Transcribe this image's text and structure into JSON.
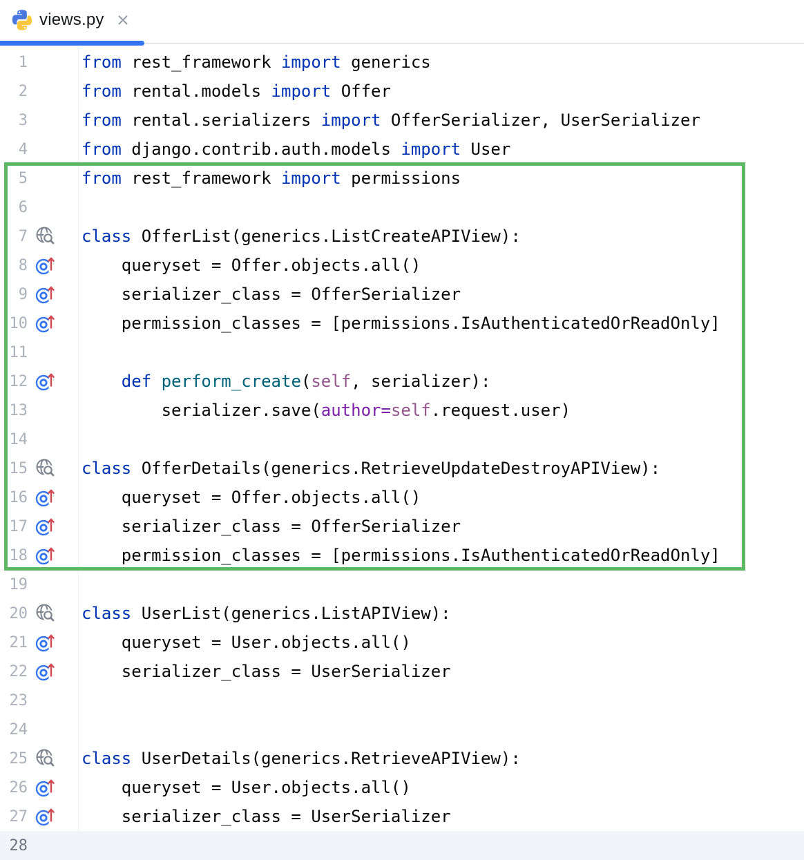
{
  "tab": {
    "title": "views.py",
    "file_icon": "python-logo-icon",
    "close_icon": "close-x-icon"
  },
  "colors": {
    "keyword": "#0033B3",
    "function": "#00627A",
    "self_kw": "#94558D",
    "named_arg": "#7A1FA8",
    "code_text": "#080808",
    "line_number": "#ACB0BA",
    "line_number_active": "#6E737D",
    "current_line_bg": "#F1F4F9",
    "gutter_sep": "#EDEEF2",
    "tabbar_border": "#E7E8EC",
    "tab_accent": "#3574F0",
    "green_box": "#5EB765",
    "icon_blue": "#3574F0",
    "icon_red": "#D04A52",
    "icon_gray": "#7E8591",
    "python_blue": "#4B78DF",
    "python_yellow": "#F9C842",
    "tab_title": "#16181D",
    "close_icon": "#939AA6"
  },
  "gutter_icons": {
    "endpoints": "globe-with-magnifier-icon",
    "override": "overriding-member-up-arrow-icon"
  },
  "editor": {
    "current_line": 28,
    "highlight_box": {
      "from_line": 5,
      "to_line": 18
    },
    "lines": [
      {
        "n": 1,
        "icon": null,
        "tokens": [
          [
            "from",
            "kw"
          ],
          [
            " rest_framework ",
            "pl"
          ],
          [
            "import",
            "kw"
          ],
          [
            " generics",
            "pl"
          ]
        ]
      },
      {
        "n": 2,
        "icon": null,
        "tokens": [
          [
            "from",
            "kw"
          ],
          [
            " rental.models ",
            "pl"
          ],
          [
            "import",
            "kw"
          ],
          [
            " Offer",
            "pl"
          ]
        ]
      },
      {
        "n": 3,
        "icon": null,
        "tokens": [
          [
            "from",
            "kw"
          ],
          [
            " rental.serializers ",
            "pl"
          ],
          [
            "import",
            "kw"
          ],
          [
            " OfferSerializer, UserSerializer",
            "pl"
          ]
        ]
      },
      {
        "n": 4,
        "icon": null,
        "tokens": [
          [
            "from",
            "kw"
          ],
          [
            " django.contrib.auth.models ",
            "pl"
          ],
          [
            "import",
            "kw"
          ],
          [
            " User",
            "pl"
          ]
        ]
      },
      {
        "n": 5,
        "icon": null,
        "tokens": [
          [
            "from",
            "kw"
          ],
          [
            " rest_framework ",
            "pl"
          ],
          [
            "import",
            "kw"
          ],
          [
            " permissions",
            "pl"
          ]
        ]
      },
      {
        "n": 6,
        "icon": null,
        "tokens": []
      },
      {
        "n": 7,
        "icon": "endpoints",
        "tokens": [
          [
            "class",
            "kw"
          ],
          [
            " OfferList(generics.ListCreateAPIView):",
            "pl"
          ]
        ]
      },
      {
        "n": 8,
        "icon": "override",
        "tokens": [
          [
            "    queryset = Offer.objects.all()",
            "pl"
          ]
        ]
      },
      {
        "n": 9,
        "icon": "override",
        "tokens": [
          [
            "    serializer_class = OfferSerializer",
            "pl"
          ]
        ]
      },
      {
        "n": 10,
        "icon": "override",
        "tokens": [
          [
            "    permission_classes = [permissions.IsAuthenticatedOrReadOnly]",
            "pl"
          ]
        ]
      },
      {
        "n": 11,
        "icon": null,
        "tokens": []
      },
      {
        "n": 12,
        "icon": "override",
        "tokens": [
          [
            "    ",
            "pl"
          ],
          [
            "def",
            "kw"
          ],
          [
            " ",
            "pl"
          ],
          [
            "perform_create",
            "fn"
          ],
          [
            "(",
            "pl"
          ],
          [
            "self",
            "self"
          ],
          [
            ", serializer):",
            "pl"
          ]
        ]
      },
      {
        "n": 13,
        "icon": null,
        "tokens": [
          [
            "        serializer.save(",
            "pl"
          ],
          [
            "author=",
            "arg"
          ],
          [
            "self",
            "self"
          ],
          [
            ".request.user)",
            "pl"
          ]
        ]
      },
      {
        "n": 14,
        "icon": null,
        "tokens": []
      },
      {
        "n": 15,
        "icon": "endpoints",
        "tokens": [
          [
            "class",
            "kw"
          ],
          [
            " OfferDetails(generics.RetrieveUpdateDestroyAPIView):",
            "pl"
          ]
        ]
      },
      {
        "n": 16,
        "icon": "override",
        "tokens": [
          [
            "    queryset = Offer.objects.all()",
            "pl"
          ]
        ]
      },
      {
        "n": 17,
        "icon": "override",
        "tokens": [
          [
            "    serializer_class = OfferSerializer",
            "pl"
          ]
        ]
      },
      {
        "n": 18,
        "icon": "override",
        "tokens": [
          [
            "    permission_classes = [permissions.IsAuthenticatedOrReadOnly]",
            "pl"
          ]
        ]
      },
      {
        "n": 19,
        "icon": null,
        "tokens": []
      },
      {
        "n": 20,
        "icon": "endpoints",
        "tokens": [
          [
            "class",
            "kw"
          ],
          [
            " UserList(generics.ListAPIView):",
            "pl"
          ]
        ]
      },
      {
        "n": 21,
        "icon": "override",
        "tokens": [
          [
            "    queryset = User.objects.all()",
            "pl"
          ]
        ]
      },
      {
        "n": 22,
        "icon": "override",
        "tokens": [
          [
            "    serializer_class = UserSerializer",
            "pl"
          ]
        ]
      },
      {
        "n": 23,
        "icon": null,
        "tokens": []
      },
      {
        "n": 24,
        "icon": null,
        "tokens": []
      },
      {
        "n": 25,
        "icon": "endpoints",
        "tokens": [
          [
            "class",
            "kw"
          ],
          [
            " UserDetails(generics.RetrieveAPIView):",
            "pl"
          ]
        ]
      },
      {
        "n": 26,
        "icon": "override",
        "tokens": [
          [
            "    queryset = User.objects.all()",
            "pl"
          ]
        ]
      },
      {
        "n": 27,
        "icon": "override",
        "tokens": [
          [
            "    serializer_class = UserSerializer",
            "pl"
          ]
        ]
      },
      {
        "n": 28,
        "icon": null,
        "tokens": []
      }
    ]
  }
}
